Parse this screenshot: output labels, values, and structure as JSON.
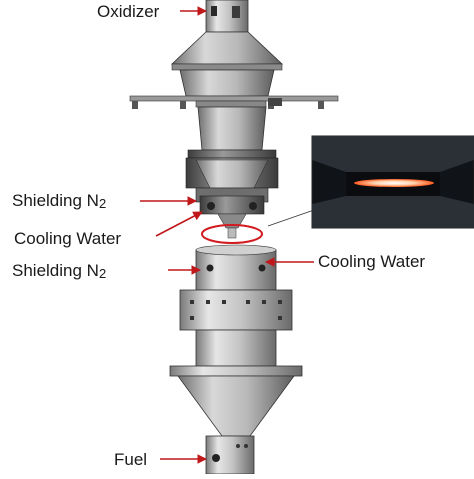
{
  "labels": {
    "oxidizer": "Oxidizer",
    "shielding_n2_upper": "Shielding N",
    "shielding_n2_upper_sub": "2",
    "cooling_water_left": "Cooling Water",
    "shielding_n2_lower": "Shielding N",
    "shielding_n2_lower_sub": "2",
    "cooling_water_right": "Cooling Water",
    "fuel": "Fuel"
  },
  "colors": {
    "arrow": "#c0171a",
    "highlight_ellipse": "#d21a1f",
    "metal_light": "#d4d4d4",
    "metal_mid": "#a9a9a9",
    "metal_dark": "#5a5a5a",
    "flame": "#ff6a2a",
    "inset_background": "#101418"
  },
  "inset_photo": {
    "content": "flame-photograph"
  }
}
